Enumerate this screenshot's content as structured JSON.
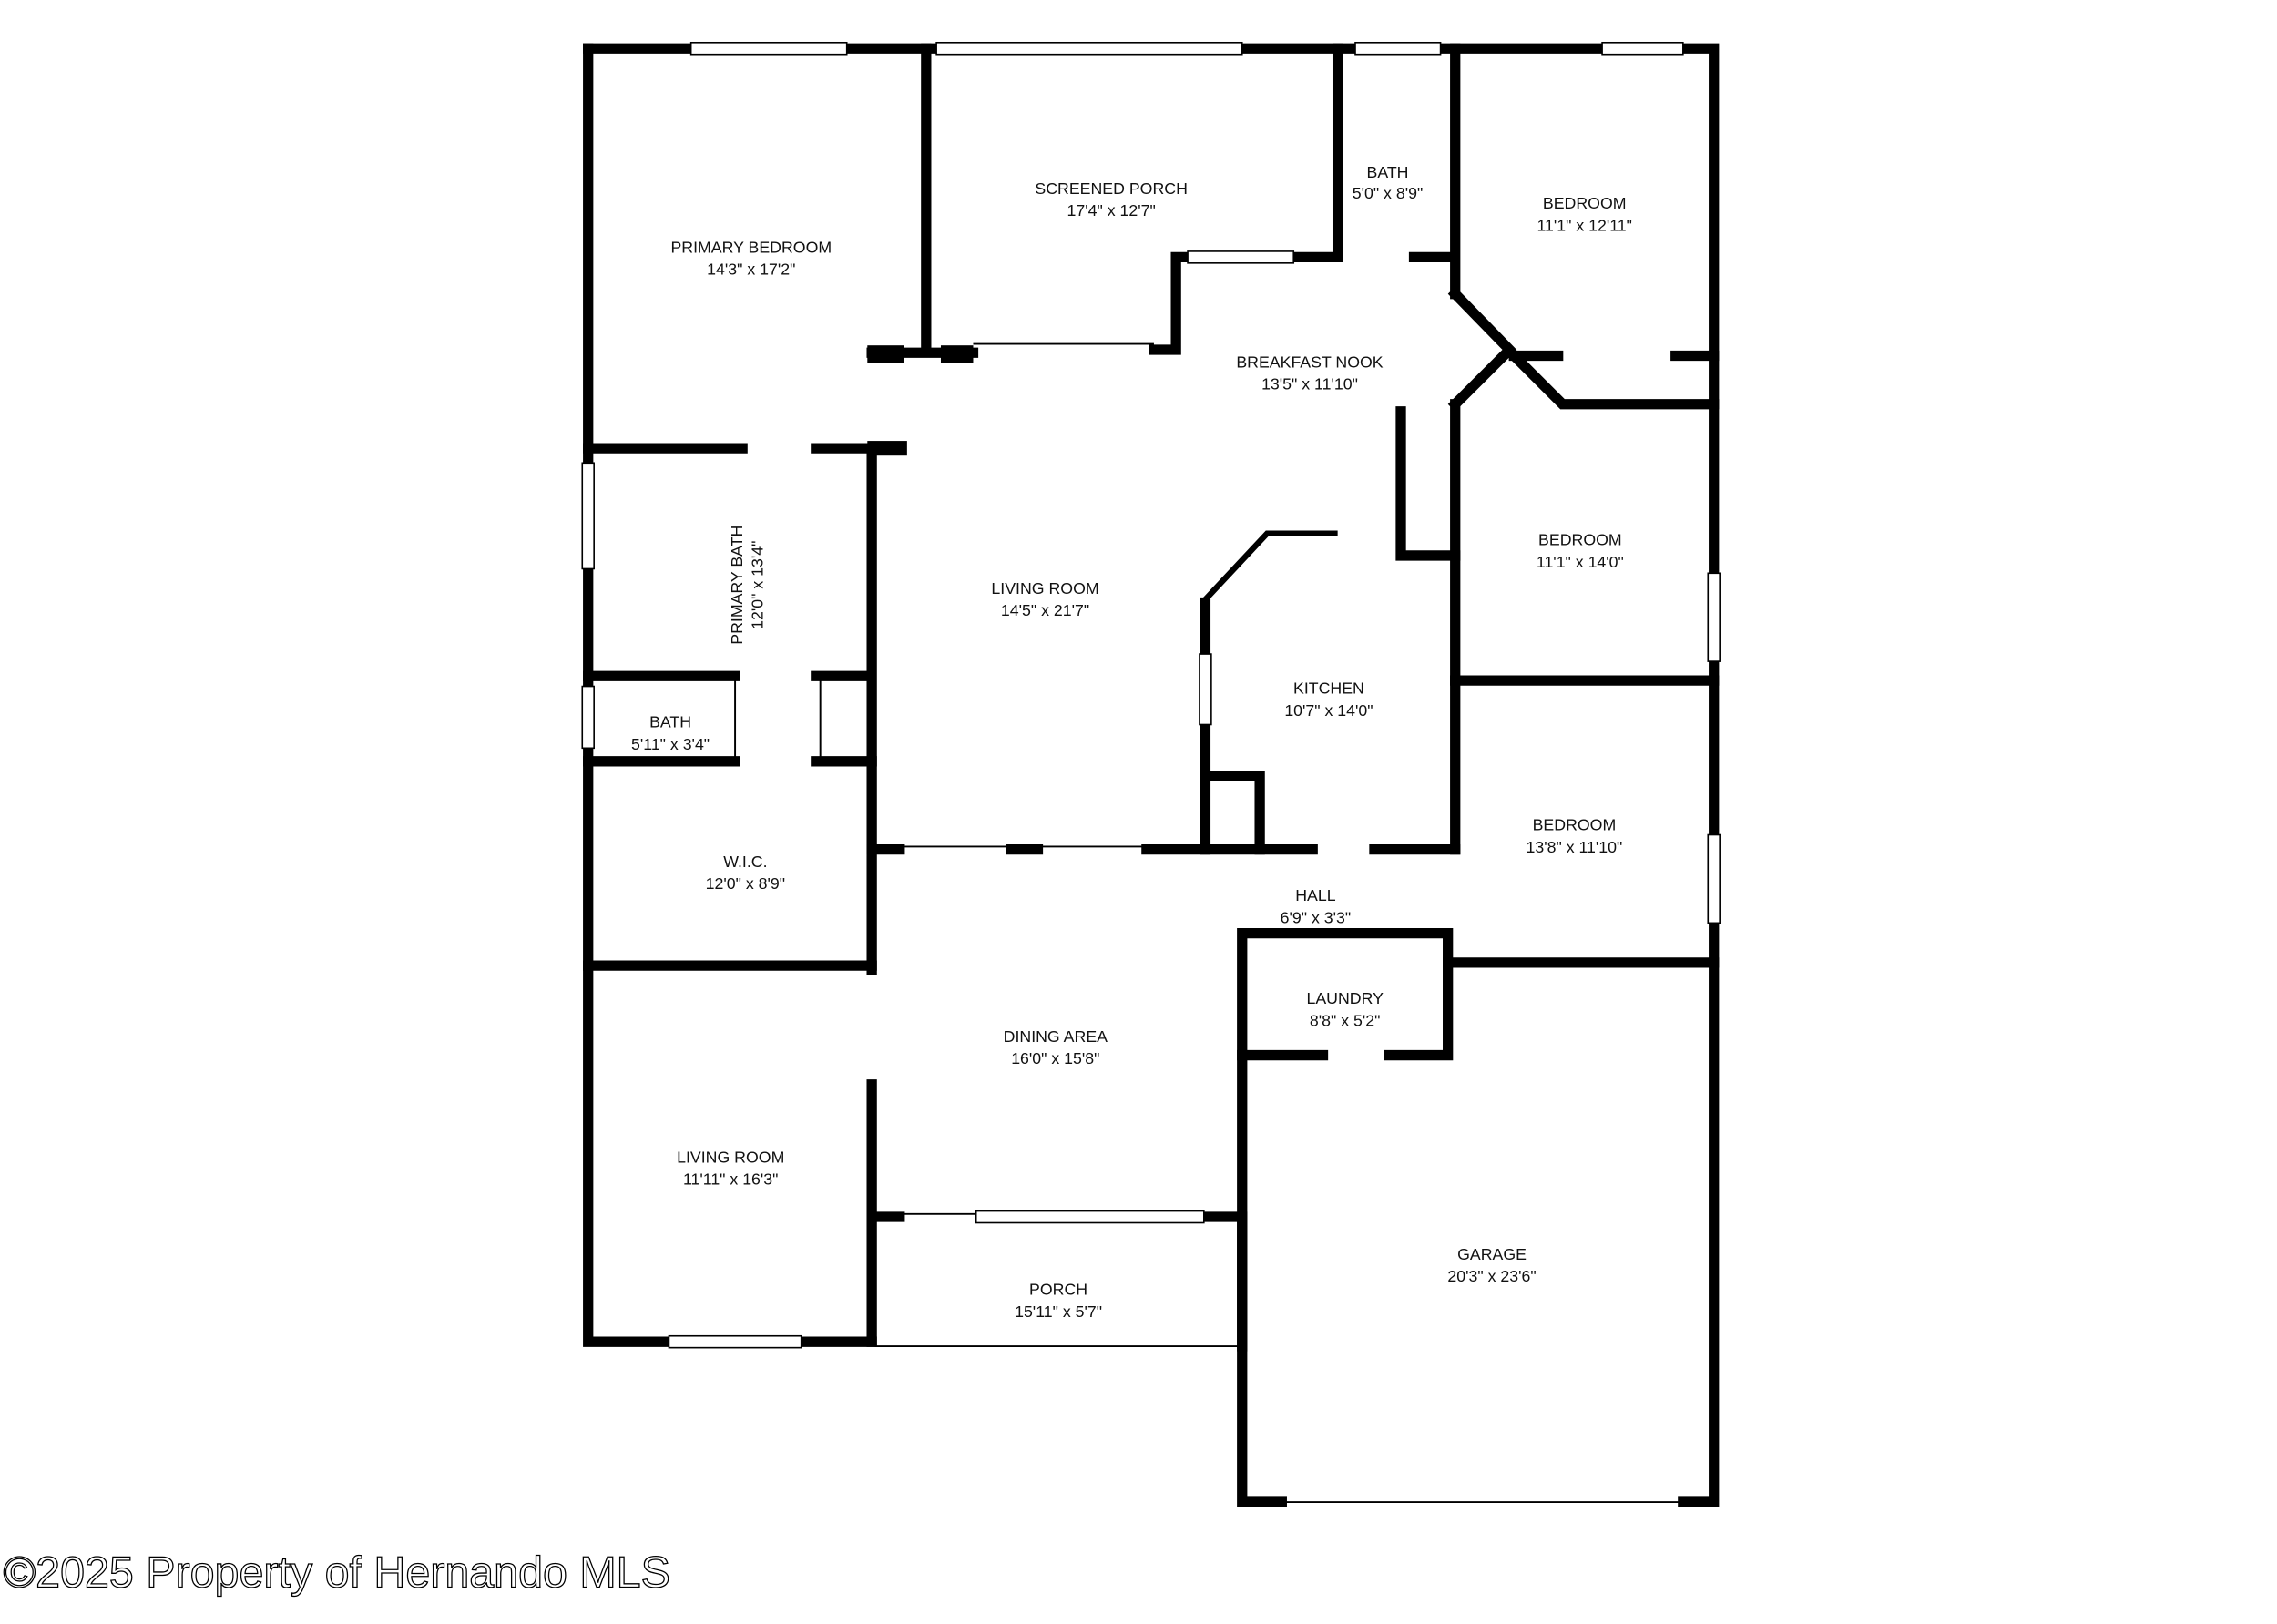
{
  "rooms": [
    {
      "name": "PRIMARY BEDROOM",
      "size": "14'3\" x 17'2\""
    },
    {
      "name": "SCREENED PORCH",
      "size": "17'4\" x 12'7\""
    },
    {
      "name": "BATH",
      "size": "5'0\" x 8'9\""
    },
    {
      "name": "BEDROOM",
      "size": "11'1\" x 12'11\""
    },
    {
      "name": "BREAKFAST NOOK",
      "size": "13'5\" x 11'10\""
    },
    {
      "name": "PRIMARY BATH",
      "size": "12'0\" x 13'4\""
    },
    {
      "name": "LIVING ROOM",
      "size": "14'5\" x 21'7\""
    },
    {
      "name": "BEDROOM",
      "size": "11'1\" x 14'0\""
    },
    {
      "name": "KITCHEN",
      "size": "10'7\" x 14'0\""
    },
    {
      "name": "BATH",
      "size": "5'11\" x 3'4\""
    },
    {
      "name": "W.I.C.",
      "size": "12'0\" x 8'9\""
    },
    {
      "name": "BEDROOM",
      "size": "13'8\" x 11'10\""
    },
    {
      "name": "HALL",
      "size": "6'9\" x 3'3\""
    },
    {
      "name": "LAUNDRY",
      "size": "8'8\" x 5'2\""
    },
    {
      "name": "DINING AREA",
      "size": "16'0\" x 15'8\""
    },
    {
      "name": "LIVING ROOM",
      "size": "11'11\" x 16'3\""
    },
    {
      "name": "PORCH",
      "size": "15'11\" x 5'7\""
    },
    {
      "name": "GARAGE",
      "size": "20'3\" x 23'6\""
    }
  ],
  "watermark": "©2025 Property of Hernando MLS"
}
